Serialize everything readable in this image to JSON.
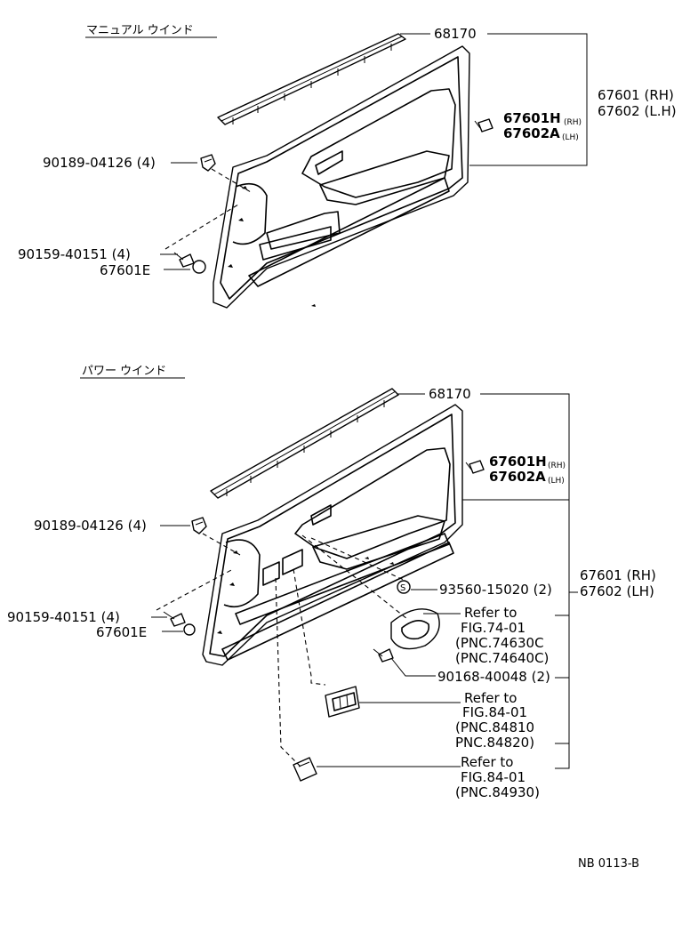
{
  "sections": {
    "manual": {
      "title": "マニュアル ウインド",
      "labels": {
        "weatherstrip": "68170",
        "panel_rh": "67601 (RH)",
        "panel_lh": "67602 (L.H)",
        "plug_rh": "67601H",
        "plug_rh_side": "(RH)",
        "plug_lh": "67602A",
        "plug_lh_side": "(LH)",
        "clip": "90189-04126 (4)",
        "screw": "90159-40151 (4)",
        "cap": "67601E"
      }
    },
    "power": {
      "title": "パワー ウインド",
      "labels": {
        "weatherstrip": "68170",
        "panel_rh": "67601 (RH)",
        "panel_lh": "67602 (LH)",
        "plug_rh": "67601H",
        "plug_rh_side": "(RH)",
        "plug_lh": "67602A",
        "plug_lh_side": "(LH)",
        "clip": "90189-04126 (4)",
        "screw": "90159-40151 (4)",
        "cap": "67601E",
        "s_clip": "93560-15020 (2)",
        "s_mark": "S",
        "bezel_screw": "90168-40048 (2)",
        "ref1_a": "Refer to",
        "ref1_b": "FIG.74-01",
        "ref1_c": "(PNC.74630C",
        "ref1_d": "(PNC.74640C)",
        "ref2_a": "Refer to",
        "ref2_b": "FIG.84-01",
        "ref2_c": "(PNC.84810",
        "ref2_d": "PNC.84820)",
        "ref3_a": "Refer to",
        "ref3_b": "FIG.84-01",
        "ref3_c": "(PNC.84930)"
      }
    }
  },
  "figure_code": "NB 0113-B"
}
